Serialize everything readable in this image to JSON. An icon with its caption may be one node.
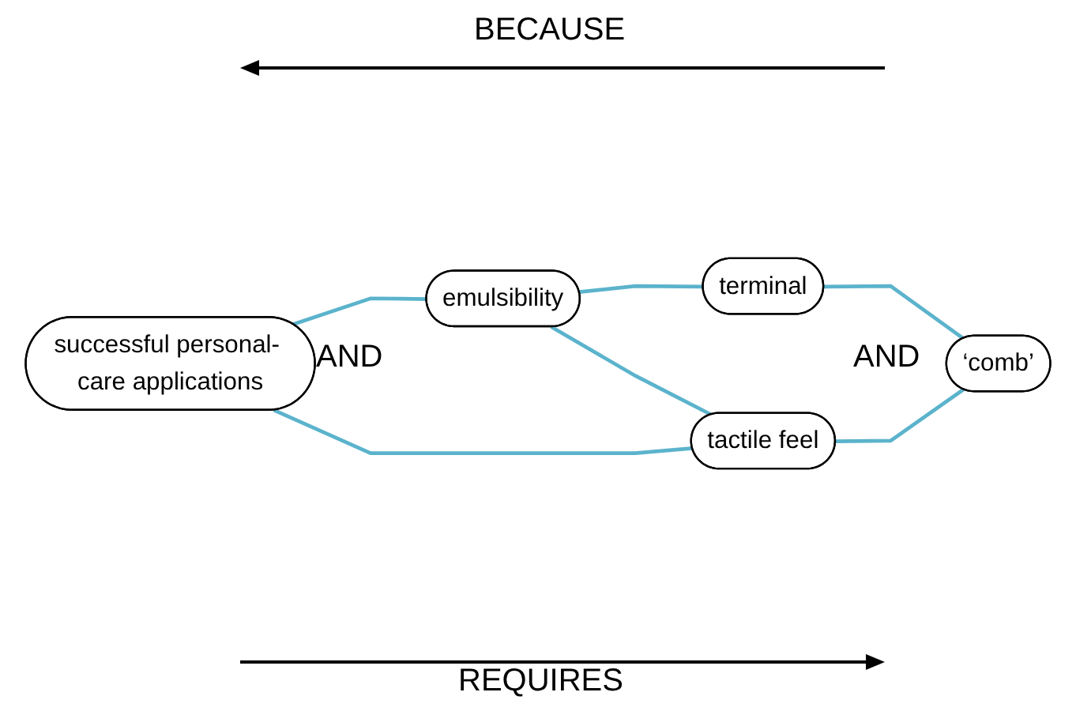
{
  "diagram": {
    "nodes": [
      {
        "text": [
          "emulsibility"
        ]
      },
      {
        "text": [
          "terminal"
        ]
      },
      {
        "text": [
          "successful personal- care applications"
        ]
      },
      {
        "text": [
          "tactile feel"
        ]
      },
      {
        "text": [
          "‘comb’"
        ]
      }
    ],
    "edges": [
      {
        "from": 2,
        "to": 0,
        "arrow": "none"
      },
      {
        "from": 2,
        "to": 3,
        "arrow": "none"
      },
      {
        "from": 0,
        "to": 1,
        "arrow": "none"
      },
      {
        "from": 0,
        "to": 3,
        "arrow": "none"
      },
      {
        "from": 1,
        "to": 4,
        "arrow": "none"
      },
      {
        "from": 3,
        "to": 4,
        "arrow": "none"
      }
    ],
    "labels": [
      "BECAUSE",
      "AND",
      "AND",
      "REQUIRES"
    ]
  }
}
